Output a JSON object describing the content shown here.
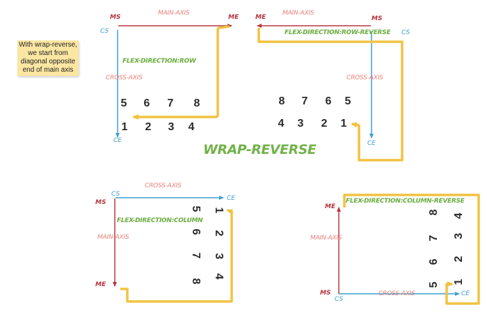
{
  "note": {
    "text": "With wrap-reverse,\nwe start from\ndiagonal opposite\nend of main axis",
    "background": "#fbe6a2"
  },
  "title": "WRAP-REVERSE",
  "colors": {
    "main_axis_line": "#b8343f",
    "cross_axis_line": "#3d9fd0",
    "flow_path": "#f2c240",
    "axis_label": "#e8827a",
    "direction_label": "#6aae3f",
    "title": "#72b24a",
    "item_number": "#2a2a2a"
  },
  "panels": [
    {
      "id": "row",
      "direction_label": "FLEX-DIRECTION:ROW",
      "main_axis_label": "MAIN-AXIS",
      "cross_axis_label": "CROSS-AXIS",
      "main_start": "MS",
      "main_end": "ME",
      "cross_start": "CS",
      "cross_end": "CE",
      "rows": [
        [
          "5",
          "6",
          "7",
          "8"
        ],
        [
          "1",
          "2",
          "3",
          "4"
        ]
      ]
    },
    {
      "id": "row-reverse",
      "direction_label": "FLEX-DIRECTION:ROW-REVERSE",
      "main_axis_label": "MAIN-AXIS",
      "cross_axis_label": "CROSS-AXIS",
      "main_start": "MS",
      "main_end": "ME",
      "cross_start": "CS",
      "cross_end": "CE",
      "rows": [
        [
          "8",
          "7",
          "6",
          "5"
        ],
        [
          "4",
          "3",
          "2",
          "1"
        ]
      ]
    },
    {
      "id": "column",
      "direction_label": "FLEX-DIRECTION:COLUMN",
      "main_axis_label": "MAIN-AXIS",
      "cross_axis_label": "CROSS-AXIS",
      "main_start": "MS",
      "main_end": "ME",
      "cross_start": "CS",
      "cross_end": "CE",
      "columns": [
        [
          "5",
          "6",
          "7",
          "8"
        ],
        [
          "1",
          "2",
          "3",
          "4"
        ]
      ]
    },
    {
      "id": "column-reverse",
      "direction_label": "FLEX-DIRECTION:COLUMN-REVERSE",
      "main_axis_label": "MAIN-AXIS",
      "cross_axis_label": "CROSS-AXIS",
      "main_start": "MS",
      "main_end": "ME",
      "cross_start": "CS",
      "cross_end": "CE",
      "columns": [
        [
          "8",
          "7",
          "6",
          "5"
        ],
        [
          "4",
          "3",
          "2",
          "1"
        ]
      ]
    }
  ]
}
